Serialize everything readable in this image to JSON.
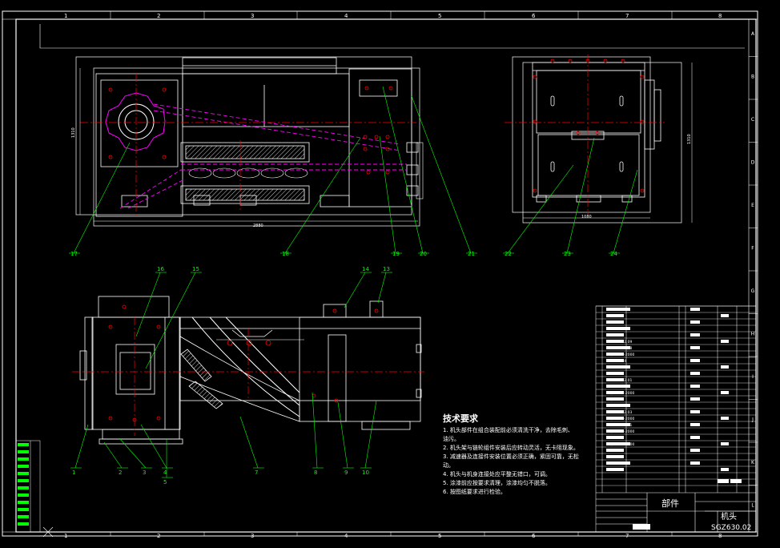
{
  "frame": {
    "col_numbers": [
      "1",
      "2",
      "3",
      "4",
      "5",
      "6",
      "7",
      "8"
    ],
    "row_letters": [
      "A",
      "B",
      "C",
      "D",
      "E",
      "F",
      "G",
      "H",
      "I",
      "J",
      "K",
      "L"
    ]
  },
  "dims": {
    "top_height": "1310",
    "top_width": "2880",
    "right_height": "1310",
    "right_width": "1080"
  },
  "balloons": {
    "top": [
      "17",
      "18",
      "19",
      "20",
      "21",
      "22",
      "23",
      "24"
    ],
    "bottom_up": [
      "16",
      "15",
      "14",
      "13"
    ],
    "bottom_down": [
      "1",
      "2",
      "3",
      "4",
      "5",
      "7",
      "8",
      "9",
      "10"
    ]
  },
  "tech": {
    "heading": "技术要求",
    "items": [
      "1. 机头部件在组合装配前必须清洗干净，去除毛刺、",
      "   油污。",
      "2. 机头架与链轮组件安装后应转动灵活，无卡阻现象。",
      "3. 减速器及连接件安装位置必须正确，紧固可靠，无松",
      "   动。",
      "4. 机头与机身连接处应平整无错口，可调。",
      "5. 涂漆前应按要求清理，涂漆均匀不脱落。",
      "6. 按图纸要求进行检验。"
    ]
  },
  "title_block": {
    "assembly_label": "部件",
    "drawing_name": "机头",
    "drawing_number": "SGZ630.02",
    "row_text": {
      "r_sgz_1": "SGZ630.02.09",
      "r_sgz_2": "SGZ630.02.08",
      "r_gb_1": "GB/T5783-2000",
      "r_sgz_3": "SGZ630.04",
      "r_sgz_4": "SGZ630.02.01",
      "r_gb_2": "GB/T5783-2000",
      "r_gb_3": "GB/T97.1",
      "r_sgz_5": "SGZ630.02.03",
      "r_gb_4": "GB/T5783-2000",
      "r_sgz_6": "SGZ630.02.01",
      "r_gb_5": "GB/T5783-2000",
      "r_gb_6": "GB/T5783-2000"
    }
  },
  "colors": {
    "background": "#000000",
    "outline": "#ffffff",
    "centerline": "#ff0000",
    "leader": "#00ff00",
    "magenta": "#ff00ff",
    "border": "#ffffff"
  }
}
